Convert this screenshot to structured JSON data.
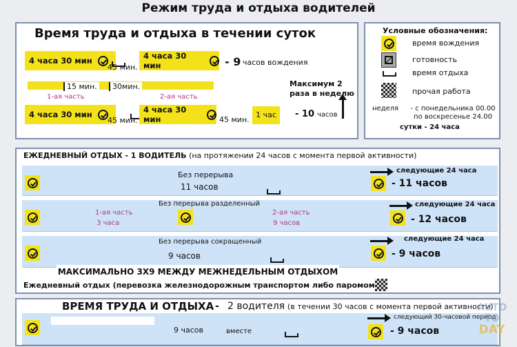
{
  "main_title": "Режим труда и отдыха водителей",
  "top": {
    "title": "Время труда и отдыха в течении суток",
    "bar1": "4 часа 30 мин",
    "bar2": "4 часа 30 мин",
    "bar3": "4 часа 30 мин",
    "bar4": "4 часа 30 мин",
    "rest45a": "45 мин.",
    "rest45b": "45 мин.",
    "rest45c": "45 мин.",
    "split15": "15 мин.",
    "split30": "30мин.",
    "part1": "1-ая часть",
    "part2": "2-ая часть",
    "one_hour": "1 час",
    "driving9": "- 9",
    "driving9_unit": "часов вождения",
    "max_twice": "Максимум 2 раза в неделю",
    "ten": "- 10",
    "ten_unit": "часов"
  },
  "legend": {
    "title": "Условные обозначения:",
    "driving": "время вождения",
    "ready": "готовность",
    "rest": "время отдыха",
    "other": "прочая работа",
    "week_label": "неделя",
    "week_desc": "- с понедельника 00.00 по воскресенье 24.00",
    "day": "сутки - 24 часа"
  },
  "daily": {
    "title": "ЕЖЕДНЕВНЫЙ ОТДЫХ - 1 ВОДИТЕЛЬ",
    "subtitle": "(на протяжении 24 часов с момента первой активности)",
    "row1_label": "Без перерыва",
    "row1_hours": "11 часов",
    "row1_next": "следующие 24 часа",
    "row1_result": "- 11 часов",
    "row2_label": "Без перерыва разделенный",
    "row2_p1": "1-ая часть",
    "row2_p1h": "3 часа",
    "row2_p2": "2-ая часть",
    "row2_p2h": "9 часов",
    "row2_next": "следующие 24 часа",
    "row2_result": "- 12 часов",
    "row3_label": "Без перерыва сокращенный",
    "row3_hours": "9 часов",
    "row3_next": "следующие 24 часа",
    "row3_result": "- 9 часов",
    "max_banner": "МАКСИМАЛЬНО 3Х9 МЕЖДУ МЕЖНЕДЕЛЬНЫМ ОТДЫХОМ",
    "ferry": "Ежедневный отдых (перевозка железнодорожным транспортом либо паромом)"
  },
  "two": {
    "title": "ВРЕМЯ ТРУДА И ОТДЫХА",
    "dash": "-",
    "subtitle": "2 водителя",
    "subtitle2": "(в течении 30 часов с момента первой активности)",
    "hours": "9 часов",
    "together": "вместе",
    "next": "следующий 30-часовой период",
    "result": "- 9 часов"
  },
  "watermark": {
    "line1": "AUTO",
    "line2": "TO",
    "line3": "DAY"
  }
}
